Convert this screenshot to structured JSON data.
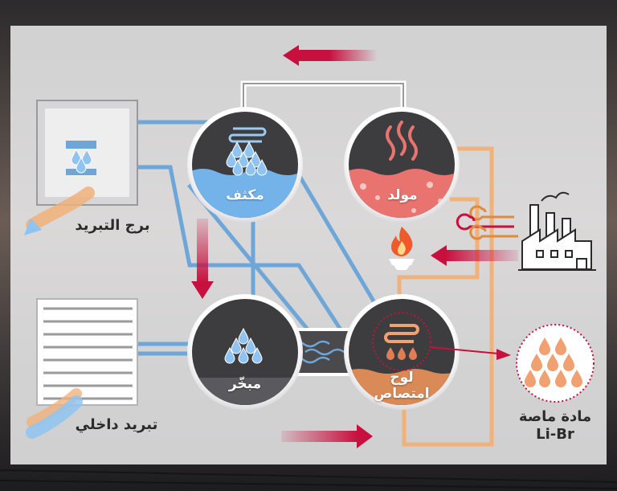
{
  "labels": {
    "condenser": "مكثف",
    "generator": "مولد",
    "evaporator": "مبخّر",
    "absorber_line1": "لوح",
    "absorber_line2": "امتصاص",
    "cooling_tower": "برج التبريد",
    "indoor_cooling": "تبريد داخلي",
    "absorbent_line1": "مادة ماصة",
    "absorbent_line2": "Li-Br"
  },
  "colors": {
    "blue_pipe": "#6ea6d8",
    "orange_pipe": "#f0b27a",
    "red_arrow": "#c8103e",
    "chamber_dark": "#3d3d3f",
    "water_blue": "#74b3ea",
    "generator_red": "#e8736f",
    "absorbent_orange": "#d98a56",
    "panel": "#ececee"
  },
  "icons": [
    "water-drops-icon",
    "heat-waves-icon",
    "flame-icon",
    "factory-icon",
    "wind-swirl-icon",
    "louver-icon",
    "coil-icon"
  ]
}
